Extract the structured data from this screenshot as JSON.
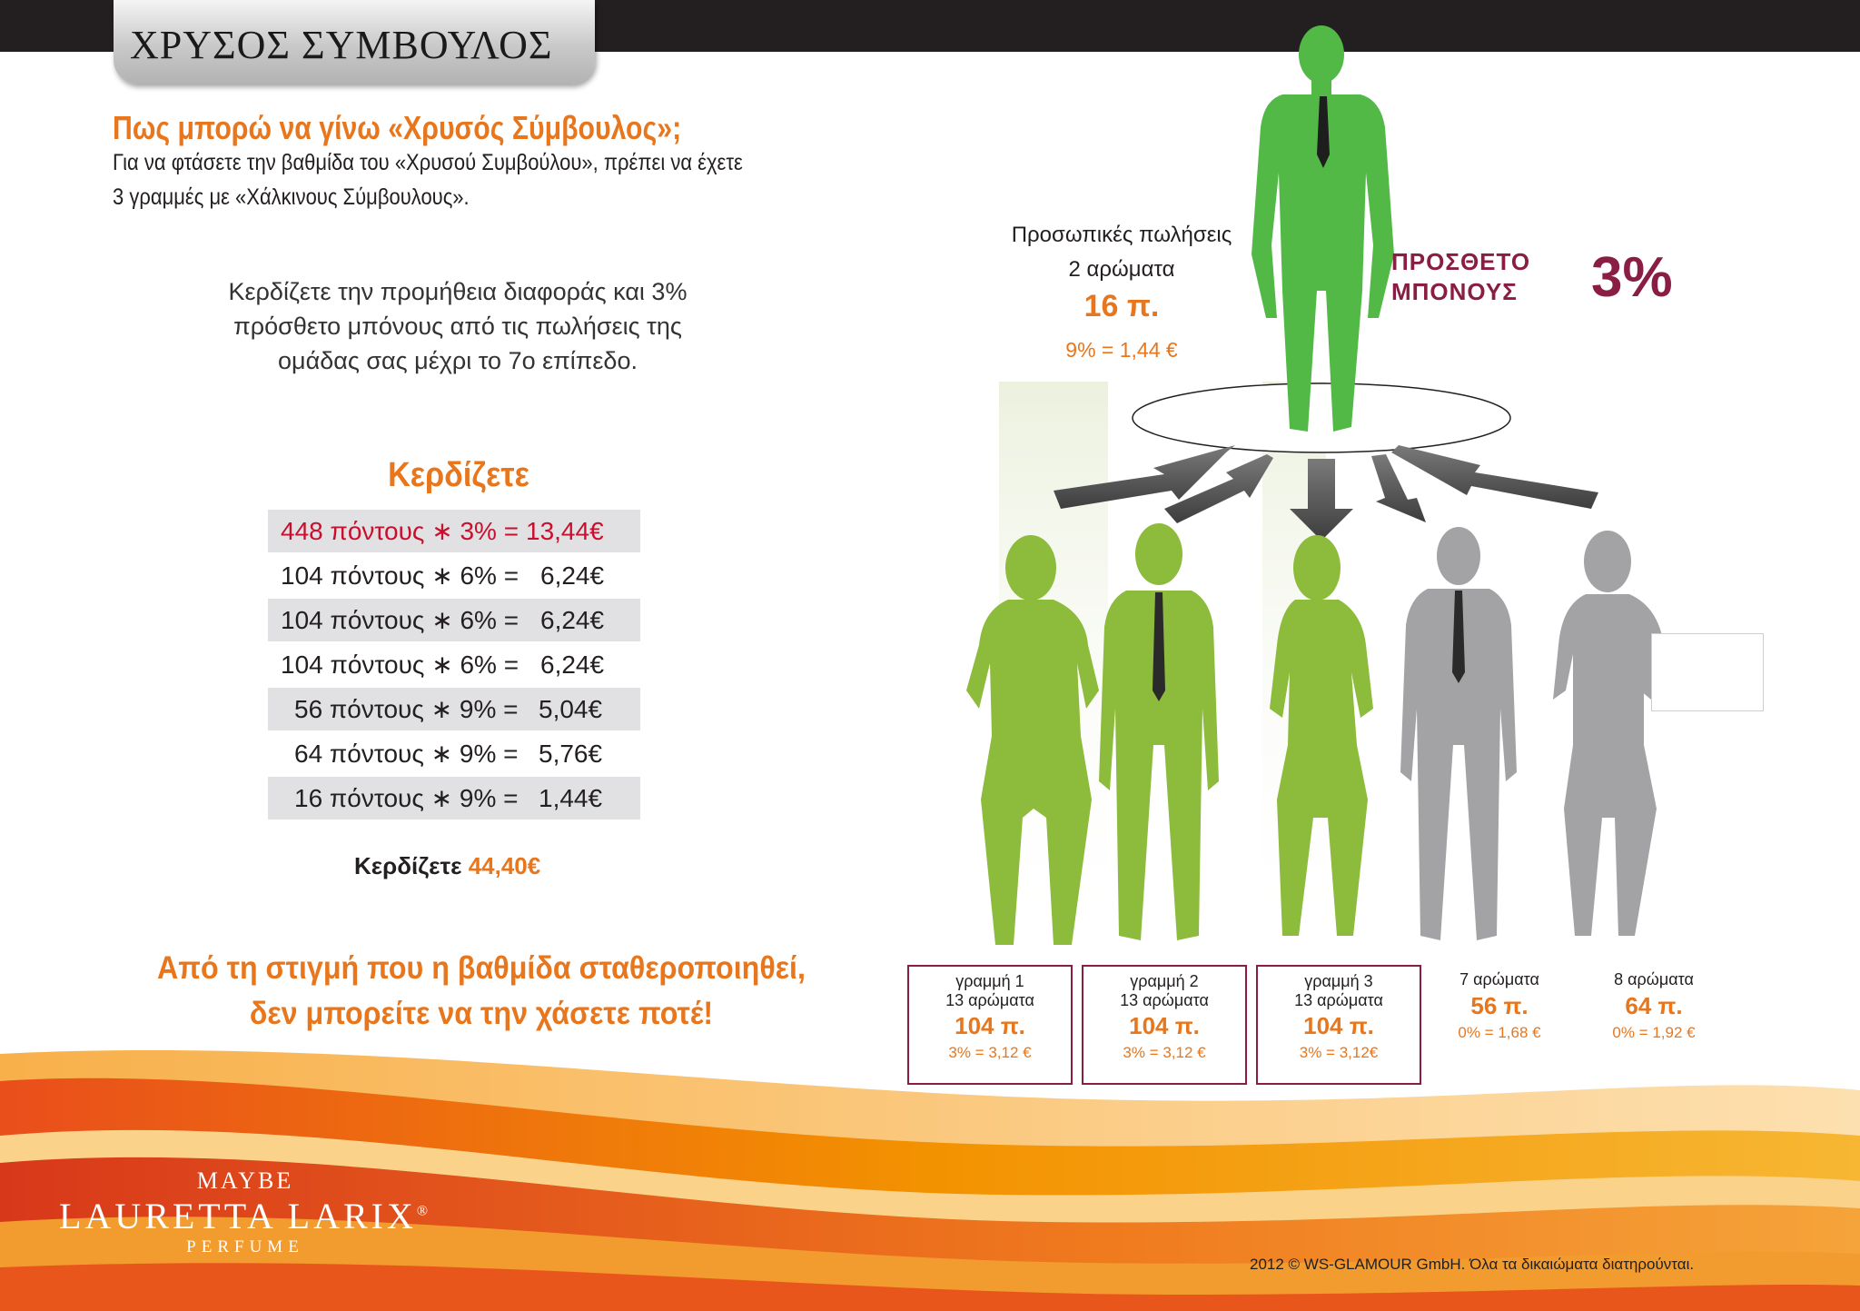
{
  "header": {
    "title": "ΧΡΥΣΟΣ ΣΥΜΒΟΥΛΟΣ"
  },
  "intro": {
    "question": "Πως μπορώ να γίνω «Χρυσός Σύμβουλος»;",
    "line1": "Για να φτάσετε την βαθμίδα του «Χρυσού Συμβούλου», πρέπει να έχετε",
    "line2": "3 γραμμές με «Χάλκινους Σύμβουλους»."
  },
  "description": {
    "line1": "Κερδίζετε την προμήθεια διαφοράς και 3%",
    "line2": "πρόσθετο μπόνους από τις πωλήσεις της",
    "line3": "ομάδας σας μέχρι το 7ο επίπεδο."
  },
  "earnings": {
    "heading": "Κερδίζετε",
    "rows": [
      {
        "points": "448 πόντους ∗ 3% =",
        "amount": "13,44€"
      },
      {
        "points": "104 πόντους ∗ 6% =",
        "amount": "6,24€"
      },
      {
        "points": "104 πόντους ∗ 6% =",
        "amount": "6,24€"
      },
      {
        "points": "104 πόντους ∗ 6% =",
        "amount": "6,24€"
      },
      {
        "points": "56 πόντους ∗ 9% =",
        "amount": "5,04€"
      },
      {
        "points": "64 πόντους ∗ 9% =",
        "amount": "5,76€"
      },
      {
        "points": "16 πόντους ∗ 9% =",
        "amount": "1,44€"
      }
    ],
    "total_label": "Κερδίζετε",
    "total_value": "44,40€"
  },
  "slogan": {
    "line1": "Από τη στιγμή που η βαθμίδα  σταθεροποιηθεί,",
    "line2": "δεν μπορείτε να την χάσετε ποτέ!"
  },
  "personal_sales": {
    "label1": "Προσωπικές πωλήσεις",
    "label2": "2 αρώματα",
    "points": "16 π.",
    "earning": "9% = 1,44 €"
  },
  "bonus": {
    "line1": "ΠΡΟΣΘΕΤΟ",
    "line2": "ΜΠΟΝΟΥΣ",
    "value": "3%"
  },
  "lines": [
    {
      "label": "γραμμή 1",
      "count": "13 αρώματα",
      "points": "104 π.",
      "earning": "3% = 3,12 €"
    },
    {
      "label": "γραμμή 2",
      "count": "13 αρώματα",
      "points": "104 π.",
      "earning": "3% = 3,12 €"
    },
    {
      "label": "γραμμή 3",
      "count": "13 αρώματα",
      "points": "104 π.",
      "earning": "3% = 3,12€"
    }
  ],
  "others": [
    {
      "count": "7 αρώματα",
      "points": "56 π.",
      "earning": "0% = 1,68 €"
    },
    {
      "count": "8 αρώματα",
      "points": "64 π.",
      "earning": "0% = 1,92 €"
    }
  ],
  "logo": {
    "maybe": "MAYBE",
    "name": "LAURETTA LARIX",
    "registered": "®",
    "perfume": "PERFUME"
  },
  "footer": {
    "copyright": "2012 © WS-GLAMOUR GmbH. Όλα τα δικαιώματα διατηρούνται."
  },
  "colors": {
    "green_main": "#52b947",
    "green_team": "#8dbb3c",
    "grey_team": "#a3a3a5",
    "orange": "#e8761c",
    "maroon": "#8a1d44"
  }
}
